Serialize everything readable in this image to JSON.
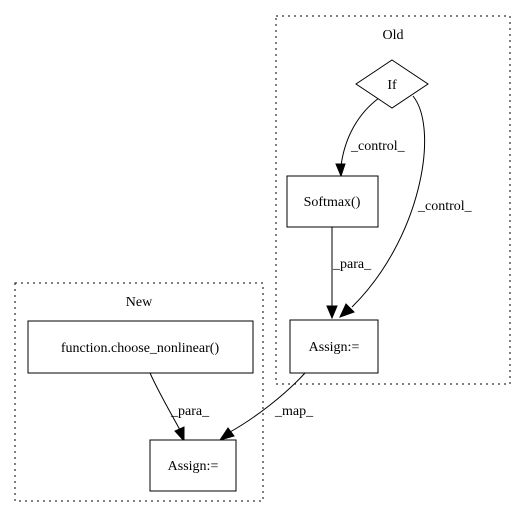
{
  "clusters": {
    "old": {
      "label": "Old"
    },
    "new": {
      "label": "New"
    }
  },
  "nodes": {
    "if": {
      "label": "If",
      "shape": "diamond"
    },
    "softmax": {
      "label": "Softmax()",
      "shape": "box"
    },
    "assign_old": {
      "label": "Assign:=",
      "shape": "box"
    },
    "choose_nonlinear": {
      "label": "function.choose_nonlinear()",
      "shape": "box"
    },
    "assign_new": {
      "label": "Assign:=",
      "shape": "box"
    }
  },
  "edges": {
    "if_to_softmax": {
      "label": "_control_"
    },
    "if_to_assign_old": {
      "label": "_control_"
    },
    "softmax_to_assign_old": {
      "label": "_para_"
    },
    "choose_to_assign_new": {
      "label": "_para_"
    },
    "assign_old_to_assign_new": {
      "label": "_map_"
    }
  }
}
